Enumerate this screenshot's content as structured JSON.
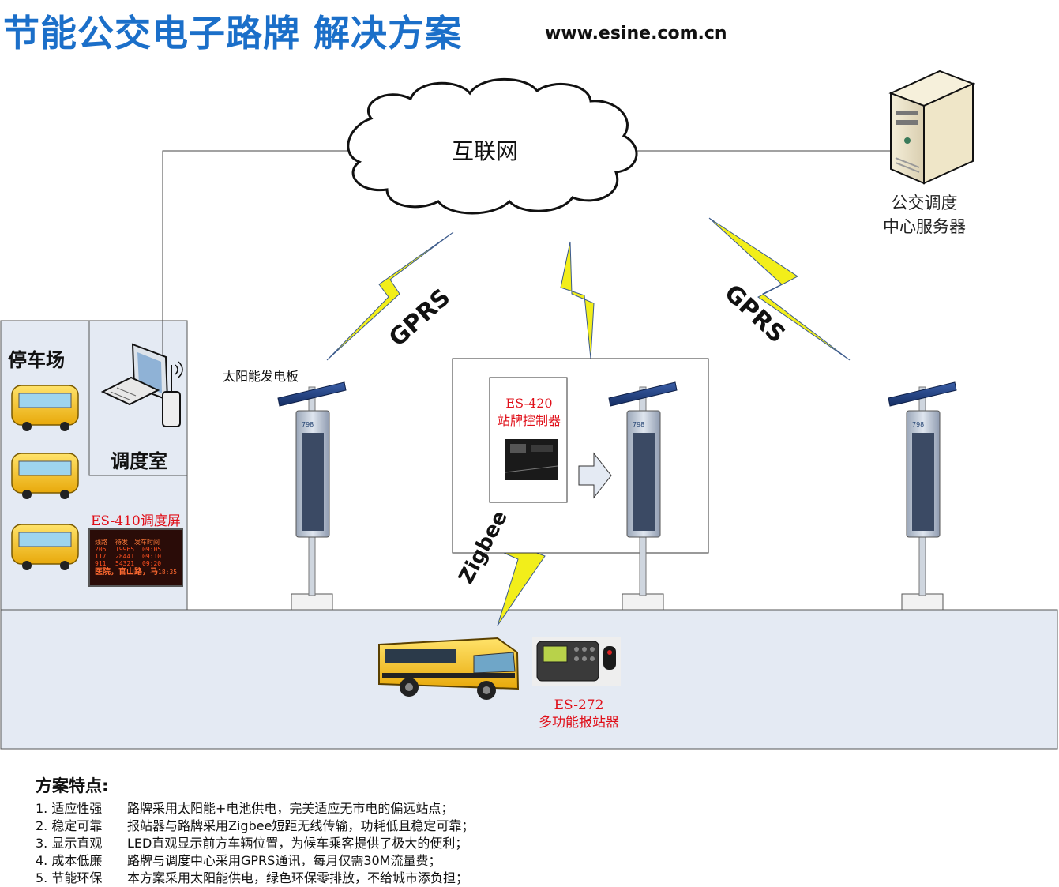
{
  "header": {
    "title": "节能公交电子路牌 解决方案",
    "url": "www.esine.com.cn"
  },
  "diagram": {
    "cloud_label": "互联网",
    "server_label_line1": "公交调度",
    "server_label_line2": "中心服务器",
    "depot_label": "停车场",
    "dispatch_room_label": "调度室",
    "es410_label": "ES-410调度屏",
    "es420_label_line1": "ES-420",
    "es420_label_line2": "站牌控制器",
    "es272_label_line1": "ES-272",
    "es272_label_line2": "多功能报站器",
    "solar_panel_label": "太阳能发电板",
    "link_gprs_left": "GPRS",
    "link_gprs_right": "GPRS",
    "link_zigbee": "Zigbee",
    "sign_number": "798",
    "led_screen": {
      "headers": [
        "线路",
        "待发",
        "发车时间"
      ],
      "rows": [
        [
          "205",
          "19965",
          "09:05"
        ],
        [
          "117",
          "28441",
          "09:10"
        ],
        [
          "911",
          "54321",
          "09:20"
        ]
      ],
      "ticker": "医院，官山路，马",
      "ticker_time": "18:35"
    },
    "colors": {
      "title_blue": "#1b6fc9",
      "label_red": "#e0101a",
      "bolt_yellow": "#f2ee1a",
      "bus_yellow": "#f6c514",
      "panel_fill": "#e4eaf3"
    }
  },
  "features": {
    "title": "方案特点:",
    "items": [
      {
        "name": "1. 适应性强",
        "desc": "路牌采用太阳能+电池供电，完美适应无市电的偏远站点；"
      },
      {
        "name": "2. 稳定可靠",
        "desc": "报站器与路牌采用Zigbee短距无线传输，功耗低且稳定可靠；"
      },
      {
        "name": "3. 显示直观",
        "desc": "LED直观显示前方车辆位置，为候车乘客提供了极大的便利；"
      },
      {
        "name": "4. 成本低廉",
        "desc": "路牌与调度中心采用GPRS通讯，每月仅需30M流量费；"
      },
      {
        "name": "5. 节能环保",
        "desc": "本方案采用太阳能供电，绿色环保零排放，不给城市添负担；"
      }
    ]
  }
}
